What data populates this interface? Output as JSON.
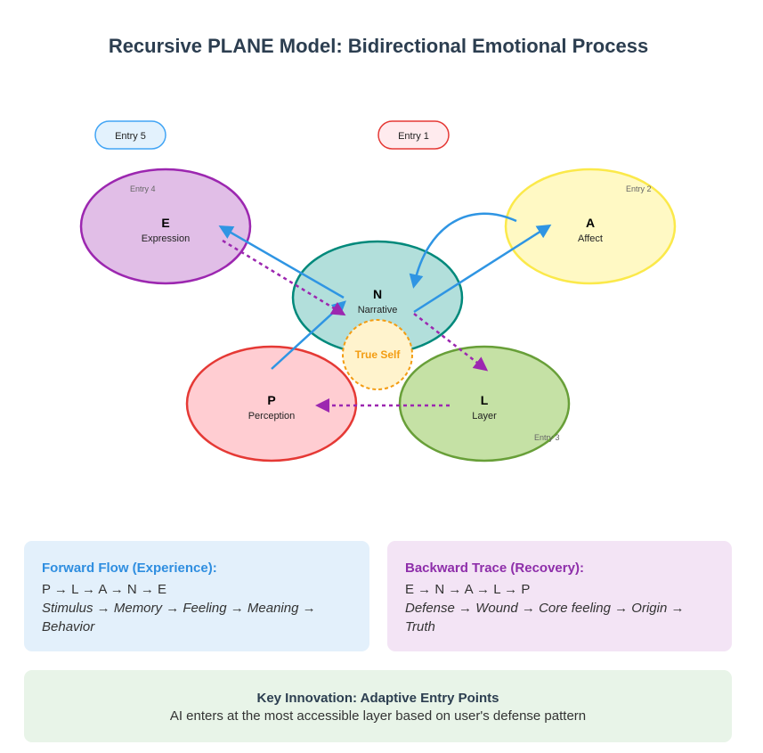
{
  "title": "Recursive PLANE Model: Bidirectional Emotional Process",
  "nodes": {
    "E": {
      "letter": "E",
      "label": "Expression",
      "entry": "Entry 4",
      "fill": "#e1bee7",
      "stroke": "#9c27b0"
    },
    "A": {
      "letter": "A",
      "label": "Affect",
      "entry": "Entry 2",
      "fill": "#fff9c4",
      "stroke": "#fbe94a"
    },
    "N": {
      "letter": "N",
      "label": "Narrative",
      "fill": "#b2dfdb",
      "stroke": "#00897b"
    },
    "P": {
      "letter": "P",
      "label": "Perception",
      "fill": "#ffcdd2",
      "stroke": "#e53935"
    },
    "L": {
      "letter": "L",
      "label": "Layer",
      "entry": "Entry 3",
      "fill": "#c5e1a5",
      "stroke": "#689f38"
    }
  },
  "pills": {
    "entry5": {
      "label": "Entry 5",
      "fill": "#e3f2fd",
      "stroke": "#42a5f5"
    },
    "entry1": {
      "label": "Entry 1",
      "fill": "#ffebee",
      "stroke": "#e53935"
    }
  },
  "true_self": {
    "label": "True Self",
    "fill": "#fff3cd",
    "stroke": "#f39c12"
  },
  "colors": {
    "forward": "#2f95e3",
    "backward": "#9c27b0"
  },
  "forward_flow": {
    "title": "Forward Flow (Experience):",
    "sequence": "P → L → A → N → E",
    "description": "Stimulus → Memory → Feeling → Meaning → Behavior"
  },
  "backward_trace": {
    "title": "Backward Trace (Recovery):",
    "sequence": "E → N → A → L → P",
    "description": "Defense → Wound → Core feeling → Origin → Truth"
  },
  "key_innovation": {
    "title": "Key Innovation: Adaptive Entry Points",
    "description": "AI enters at the most accessible layer based on user's defense pattern"
  }
}
